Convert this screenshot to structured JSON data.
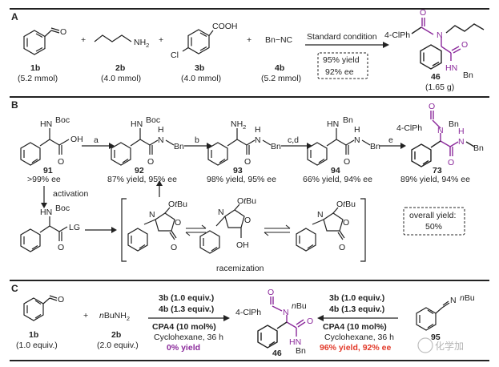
{
  "panels": {
    "a": "A",
    "b": "B",
    "c": "C"
  },
  "colors": {
    "product_highlight": "#8b2a9b",
    "red_result": "#e23a2a",
    "panel_rule": "#222222"
  },
  "section_a": {
    "reagents": [
      {
        "id": "1b",
        "amount": "(5.2 mmol)"
      },
      {
        "id": "2b",
        "amount": "(4.0 mmol)",
        "group": "NH2"
      },
      {
        "id": "3b",
        "amount": "(4.0 mmol)",
        "group": "COOH",
        "sub": "Cl"
      },
      {
        "id": "4b",
        "amount": "(5.2 mmol)",
        "formula": "Bn−NC"
      }
    ],
    "plus": "+",
    "condition": "Standard condition",
    "result_yield": "95% yield",
    "result_ee": "92% ee",
    "product": {
      "id": "46",
      "amount": "(1.65 g)",
      "acyl": "4-ClPh",
      "amide_N": "HN",
      "amide_R": "Bn",
      "O1": "O",
      "N1": "N",
      "O2": "O"
    }
  },
  "section_b": {
    "c91": {
      "id": "91",
      "note": ">99% ee",
      "N": "HN",
      "Boc": "Boc",
      "O": "O",
      "OH": "OH"
    },
    "step_a": "a",
    "c92": {
      "id": "92",
      "note": "87% yield, 95% ee",
      "N": "HN",
      "Boc": "Boc",
      "H": "H",
      "N2": "N",
      "Bn": "Bn",
      "O": "O"
    },
    "step_b": "b",
    "c93": {
      "id": "93",
      "note": "98% yield, 95% ee",
      "NH2": "NH2",
      "H": "H",
      "N2": "N",
      "Bn": "Bn",
      "O": "O"
    },
    "step_cd": "c,d",
    "c94": {
      "id": "94",
      "note": "66% yield, 94% ee",
      "N": "HN",
      "Bn1": "Bn",
      "H": "H",
      "N2": "N",
      "Bn2": "Bn",
      "O": "O"
    },
    "step_e": "e",
    "c73": {
      "id": "73",
      "note": "89% yield, 94% ee",
      "acyl": "4-ClPh",
      "O1": "O",
      "N": "N",
      "Bn1": "Bn",
      "H": "H",
      "N2": "N",
      "Bn2": "Bn",
      "O2": "O"
    },
    "activation": "activation",
    "activated": {
      "N": "HN",
      "Boc": "Boc",
      "LG": "LG",
      "O": "O"
    },
    "oxaz": {
      "OtBu": "OtBu",
      "N": "N",
      "O_ring": "O",
      "O_exo": "O",
      "OH": "OH"
    },
    "racemization": "racemization",
    "overall_label": "overall yield:",
    "overall_value": "50%"
  },
  "section_c": {
    "c1b": {
      "id": "1b",
      "equiv": "(1.0 equiv.)"
    },
    "plus": "+",
    "c2b": {
      "id": "2b",
      "equiv": "(2.0 equiv.)",
      "formula": "nBuNH2"
    },
    "left": {
      "r1": "3b (1.0 equiv.)",
      "r2": "4b (1.3 equiv.)",
      "cat": "CPA4 (10 mol%)",
      "solv": "Cyclohexane, 36 h",
      "result": "0% yield"
    },
    "right": {
      "r1": "3b (1.0 equiv.)",
      "r2": "4b (1.3 equiv.)",
      "cat": "CPA4 (10 mol%)",
      "solv": "Cyclohexane, 36 h",
      "result": "96% yield, 92% ee"
    },
    "product": {
      "id": "46",
      "acyl": "4-ClPh",
      "O1": "O",
      "N": "N",
      "nBu": "nBu",
      "O2": "O",
      "HN": "HN",
      "Bn": "Bn"
    },
    "imine": {
      "id": "95",
      "N": "N",
      "nBu": "nBu"
    },
    "watermark": "化学加"
  }
}
